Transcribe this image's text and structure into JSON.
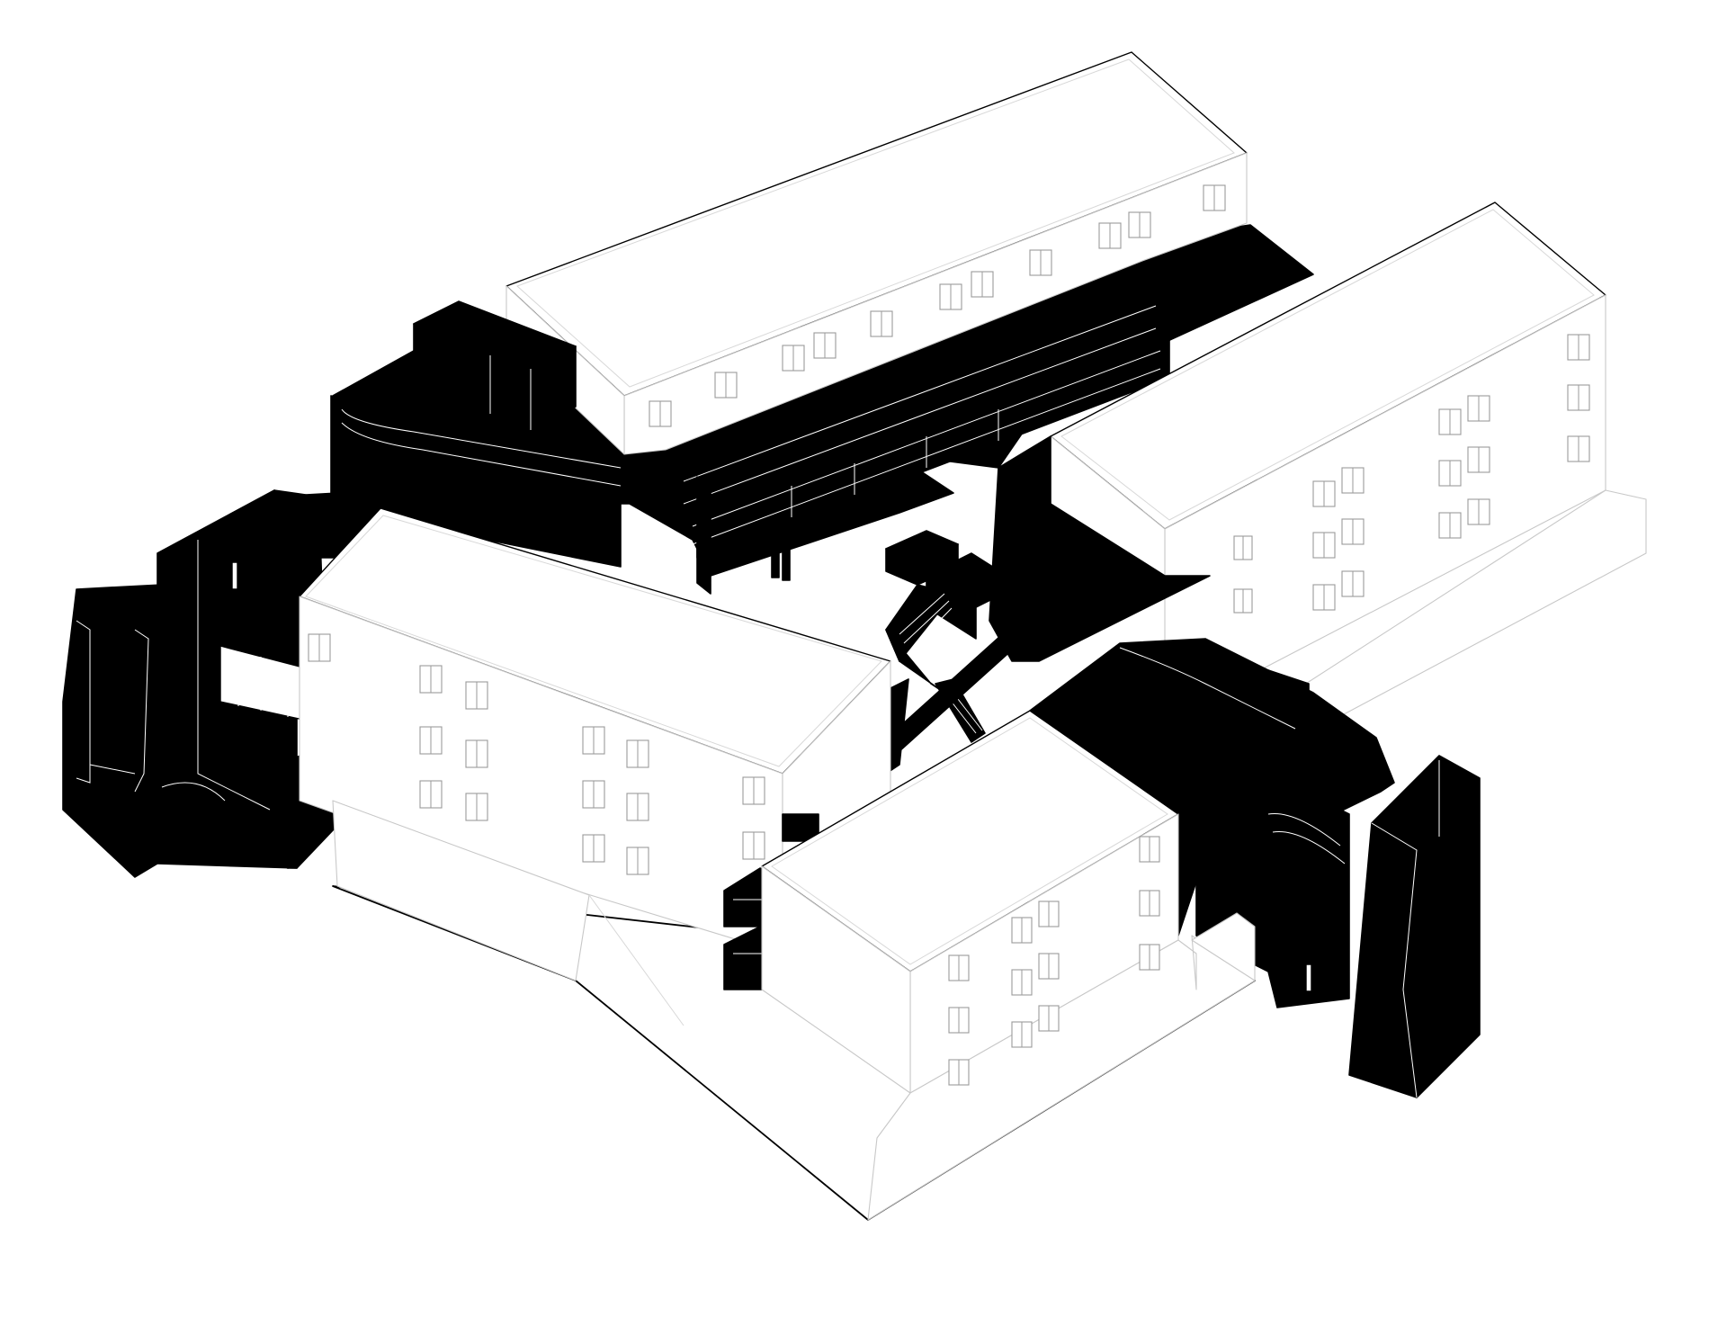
{
  "drawing": {
    "kind": "axonometric-architectural-diagram",
    "colors": {
      "background": "#ffffff",
      "existing_buildings": "#ffffff",
      "new_intervention": "#000000",
      "linework": "#000000",
      "window_lines": "#9a9a9a"
    },
    "elements": [
      "north-building",
      "east-building",
      "west-building",
      "south-building",
      "black-courtyard-platform",
      "west-black-tower",
      "east-black-tower",
      "central-staircase",
      "gallery-walkways"
    ]
  }
}
